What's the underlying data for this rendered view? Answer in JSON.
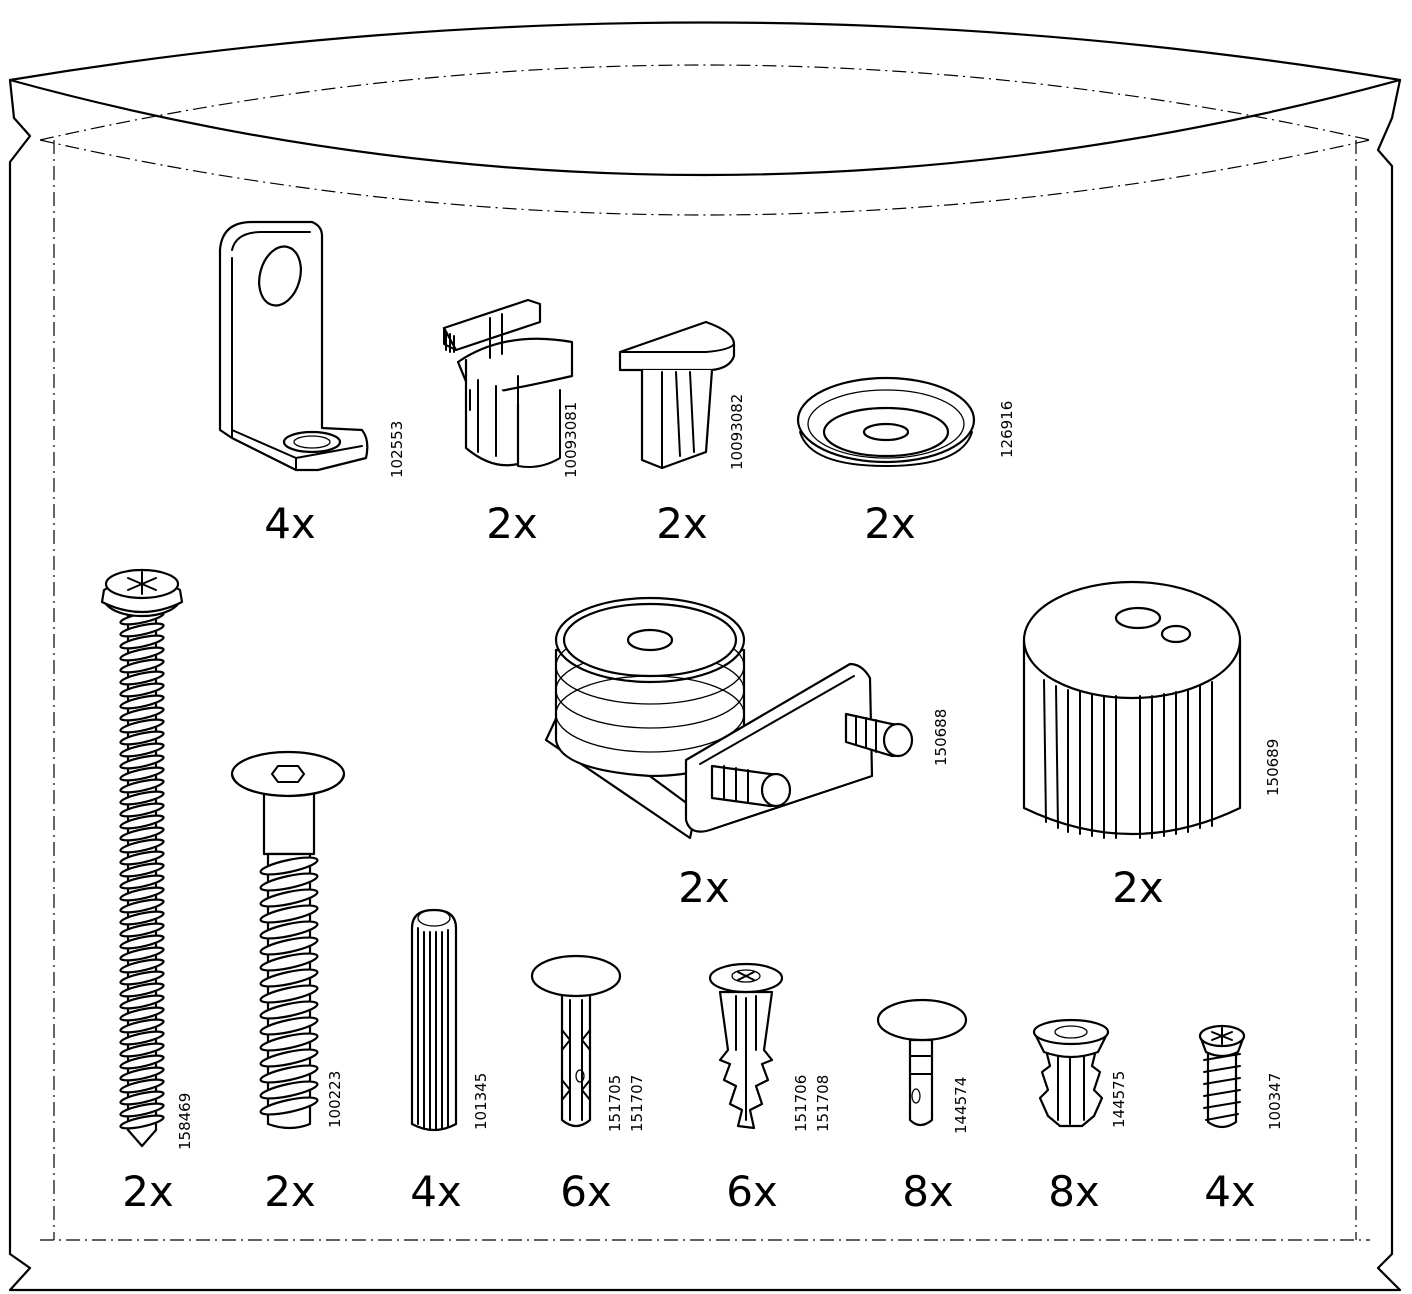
{
  "parts": [
    {
      "id": "bracket",
      "icon": "l-bracket-icon",
      "codes": [
        "102553"
      ],
      "qty": "4x"
    },
    {
      "id": "clip",
      "icon": "spring-clip-icon",
      "codes": [
        "10093081"
      ],
      "qty": "2x"
    },
    {
      "id": "wedge",
      "icon": "wedge-insert-icon",
      "codes": [
        "10093082"
      ],
      "qty": "2x"
    },
    {
      "id": "washer",
      "icon": "cup-washer-icon",
      "codes": [
        "126916"
      ],
      "qty": "2x"
    },
    {
      "id": "leveler",
      "icon": "leveling-bracket-icon",
      "codes": [
        "150688"
      ],
      "qty": "2x"
    },
    {
      "id": "foot",
      "icon": "adjustable-foot-icon",
      "codes": [
        "150689"
      ],
      "qty": "2x"
    },
    {
      "id": "longscrew",
      "icon": "long-screw-icon",
      "codes": [
        "158469"
      ],
      "qty": "2x"
    },
    {
      "id": "bolt",
      "icon": "hex-bolt-icon",
      "codes": [
        "100223"
      ],
      "qty": "2x"
    },
    {
      "id": "dowel",
      "icon": "wooden-dowel-icon",
      "codes": [
        "101345"
      ],
      "qty": "4x"
    },
    {
      "id": "pin",
      "icon": "shelf-pin-icon",
      "codes": [
        "151705",
        "151707"
      ],
      "qty": "6x"
    },
    {
      "id": "plug",
      "icon": "wall-plug-icon",
      "codes": [
        "151706",
        "151708"
      ],
      "qty": "6x"
    },
    {
      "id": "support",
      "icon": "shelf-support-icon",
      "codes": [
        "144574"
      ],
      "qty": "8x"
    },
    {
      "id": "anchor",
      "icon": "expansion-anchor-icon",
      "codes": [
        "144575"
      ],
      "qty": "8x"
    },
    {
      "id": "euroscrew",
      "icon": "euro-screw-icon",
      "codes": [
        "100347"
      ],
      "qty": "4x"
    }
  ]
}
